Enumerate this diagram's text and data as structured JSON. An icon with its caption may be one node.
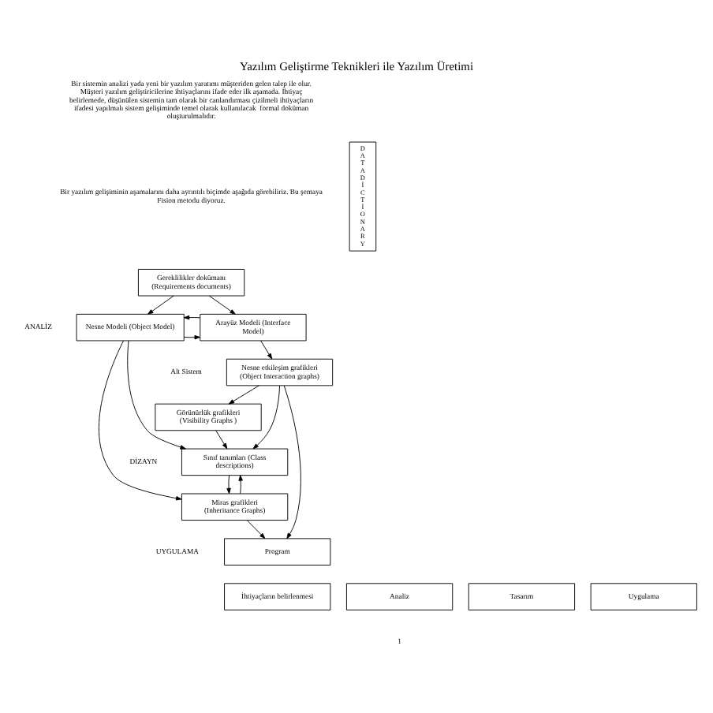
{
  "diagram": {
    "title": "Yazılım Geliştirme Teknikleri ile Yazılım Üretimi",
    "nodes": [
      {
        "text": [
          "Gereklilikler dokümanı (Requirements documents)"
        ]
      },
      {
        "text": [
          "Nesne Modeli (Object Model)"
        ]
      },
      {
        "text": [
          "Arayüz Modeli (Interface Model)"
        ]
      },
      {
        "text": [
          "Nesne etkileşim grafikleri (Object Interaction graphs)"
        ]
      },
      {
        "text": [
          "Görünürlük grafikleri (Visibility Graphs )"
        ]
      },
      {
        "text": [
          "Sınıf tanımları (Class descriptions)"
        ]
      },
      {
        "text": [
          "Miras grafikleri (Inheritance Graphs)"
        ]
      },
      {
        "text": [
          "Program"
        ]
      },
      {
        "text": [
          "DATA DİCTİONARY"
        ]
      },
      {
        "text": [
          "İhtiyaçların belirlenmesi"
        ]
      },
      {
        "text": [
          "Analiz"
        ]
      },
      {
        "text": [
          "Tasarım"
        ]
      },
      {
        "text": [
          "Uygulama"
        ]
      }
    ],
    "edges": [
      {
        "from": 0,
        "to": 1,
        "arrow": "to"
      },
      {
        "from": 0,
        "to": 2,
        "arrow": "to"
      },
      {
        "from": 1,
        "to": 2,
        "arrow": "to"
      },
      {
        "from": 2,
        "to": 1,
        "arrow": "to"
      },
      {
        "from": 2,
        "to": 3,
        "arrow": "to"
      },
      {
        "from": 3,
        "to": 4,
        "arrow": "to"
      },
      {
        "from": 4,
        "to": 5,
        "arrow": "to"
      },
      {
        "from": 3,
        "to": 5,
        "arrow": "to"
      },
      {
        "from": 1,
        "to": 5,
        "arrow": "to"
      },
      {
        "from": 1,
        "to": 6,
        "arrow": "to"
      },
      {
        "from": 5,
        "to": 6,
        "arrow": "to"
      },
      {
        "from": 6,
        "to": 5,
        "arrow": "to"
      },
      {
        "from": 6,
        "to": 7,
        "arrow": "to"
      },
      {
        "from": 3,
        "to": 7,
        "arrow": "to"
      }
    ],
    "labels": [
      "Bir sistemin analizi yada yeni bir yazılım yaratımı müşteriden gelen talep ile olur. Müşteri yazılım geliştiricilerine ihtiyaçlarını ifade eder ilk aşamada. İhtiyaç belirlemede, düşünülen sistemin tam olarak bir canlandırması çizilmeli ihtiyaçların ifadesi yapılmalı sistem gelişiminde temel olarak kullanılacak  formal doküman oluşturulmalıdır.",
      "Bir yazılım gelişiminin aşamalarını daha ayrıntılı biçimde aşağıda görebiliriz. Bu şemaya Fision metodu diyoruz.",
      "ANALİZ",
      "DİZAYN",
      "Alt Sistem",
      "UYGULAMA",
      "1"
    ]
  }
}
